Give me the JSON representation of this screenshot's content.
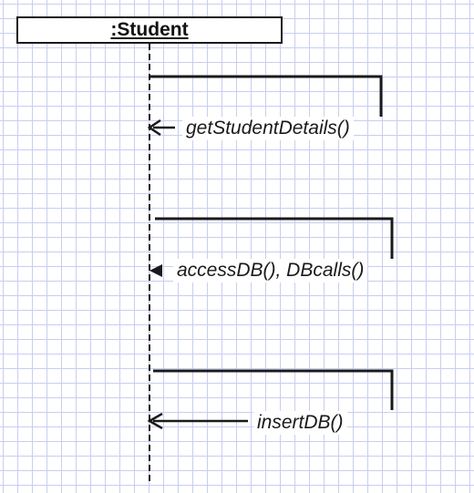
{
  "lifeline": {
    "name": ":Student"
  },
  "messages": [
    {
      "label": "getStudentDetails()",
      "arrowhead": "open"
    },
    {
      "label": "accessDB(), DBcalls()",
      "arrowhead": "filled"
    },
    {
      "label": "insertDB()",
      "arrowhead": "open"
    }
  ],
  "colors": {
    "grid": "#c9cdf2",
    "line": "#1a1a1a",
    "background": "#ffffff"
  }
}
